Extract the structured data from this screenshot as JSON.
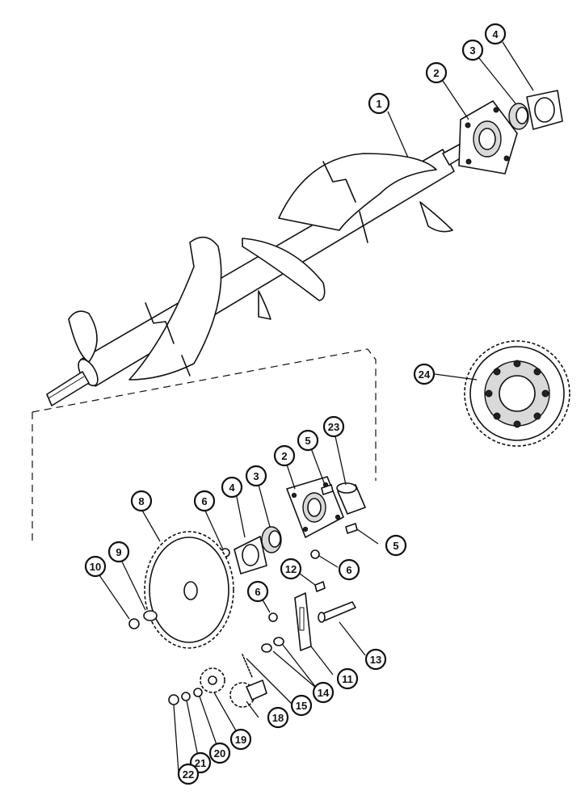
{
  "diagram": {
    "callouts": [
      {
        "id": "c1",
        "label": "1"
      },
      {
        "id": "c2a",
        "label": "2"
      },
      {
        "id": "c3a",
        "label": "3"
      },
      {
        "id": "c4a",
        "label": "4"
      },
      {
        "id": "c24",
        "label": "24"
      },
      {
        "id": "c23",
        "label": "23"
      },
      {
        "id": "c5a",
        "label": "5"
      },
      {
        "id": "c2b",
        "label": "2"
      },
      {
        "id": "c3b",
        "label": "3"
      },
      {
        "id": "c4b",
        "label": "4"
      },
      {
        "id": "c6a",
        "label": "6"
      },
      {
        "id": "c8",
        "label": "8"
      },
      {
        "id": "c9",
        "label": "9"
      },
      {
        "id": "c10",
        "label": "10"
      },
      {
        "id": "c5b",
        "label": "5"
      },
      {
        "id": "c6b",
        "label": "6"
      },
      {
        "id": "c12",
        "label": "12"
      },
      {
        "id": "c6c",
        "label": "6"
      },
      {
        "id": "c13",
        "label": "13"
      },
      {
        "id": "c11",
        "label": "11"
      },
      {
        "id": "c14",
        "label": "14"
      },
      {
        "id": "c15",
        "label": "15"
      },
      {
        "id": "c18",
        "label": "18"
      },
      {
        "id": "c19",
        "label": "19"
      },
      {
        "id": "c20",
        "label": "20"
      },
      {
        "id": "c21",
        "label": "21"
      },
      {
        "id": "c22",
        "label": "22"
      }
    ]
  }
}
